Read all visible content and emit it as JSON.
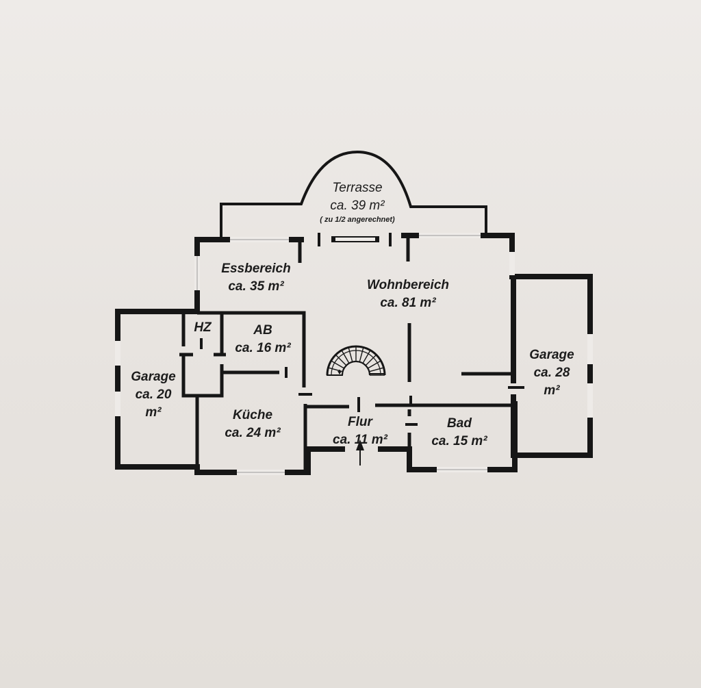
{
  "rooms": {
    "terrasse": {
      "name": "Terrasse",
      "area": "ca. 39 m²",
      "note": "( zu 1/2 angerechnet)"
    },
    "essbereich": {
      "name": "Essbereich",
      "area": "ca. 35 m²"
    },
    "wohnbereich": {
      "name": "Wohnbereich",
      "area": "ca. 81 m²"
    },
    "hz": {
      "name": "HZ"
    },
    "ab": {
      "name": "AB",
      "area": "ca. 16 m²"
    },
    "garage_left": {
      "name": "Garage",
      "area": "ca. 20",
      "unit": "m²"
    },
    "kueche": {
      "name": "Küche",
      "area": "ca. 24 m²"
    },
    "flur": {
      "name": "Flur",
      "area": "ca. 11 m²"
    },
    "bad": {
      "name": "Bad",
      "area": "ca. 15 m²"
    },
    "garage_right": {
      "name": "Garage",
      "area": "ca. 28",
      "unit": "m²"
    }
  },
  "icons": {
    "staircase": "spiral-staircase-icon",
    "entrance": "entrance-arrow-icon"
  }
}
